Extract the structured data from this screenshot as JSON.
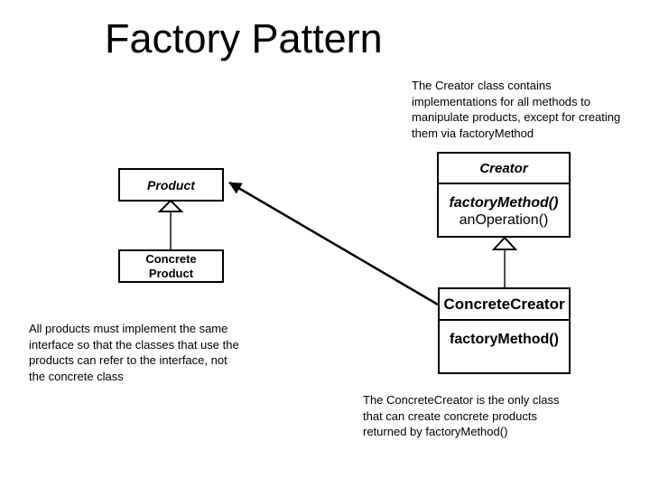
{
  "slide": {
    "title": "Factory Pattern",
    "notes": {
      "creator_note": "The Creator class contains\nimplementations for all methods to\nmanipulate products, except for creating\nthem via factoryMethod",
      "products_note": "All products must implement the same\ninterface so that the classes that use the\nproducts can refer to the interface, not\nthe concrete class",
      "concrete_creator_note": "The ConcreteCreator is the only class\nthat can create concrete products\nreturned by factoryMethod()"
    },
    "classes": {
      "product": {
        "name": "Product"
      },
      "concrete_product": {
        "name": "Concrete\nProduct"
      },
      "creator": {
        "name": "Creator",
        "methods": [
          "factoryMethod()",
          "anOperation()"
        ]
      },
      "concrete_creator": {
        "name": "ConcreteCreator",
        "methods": [
          "factoryMethod()"
        ]
      }
    },
    "colors": {
      "ink": "#000000",
      "background": "#ffffff"
    }
  }
}
